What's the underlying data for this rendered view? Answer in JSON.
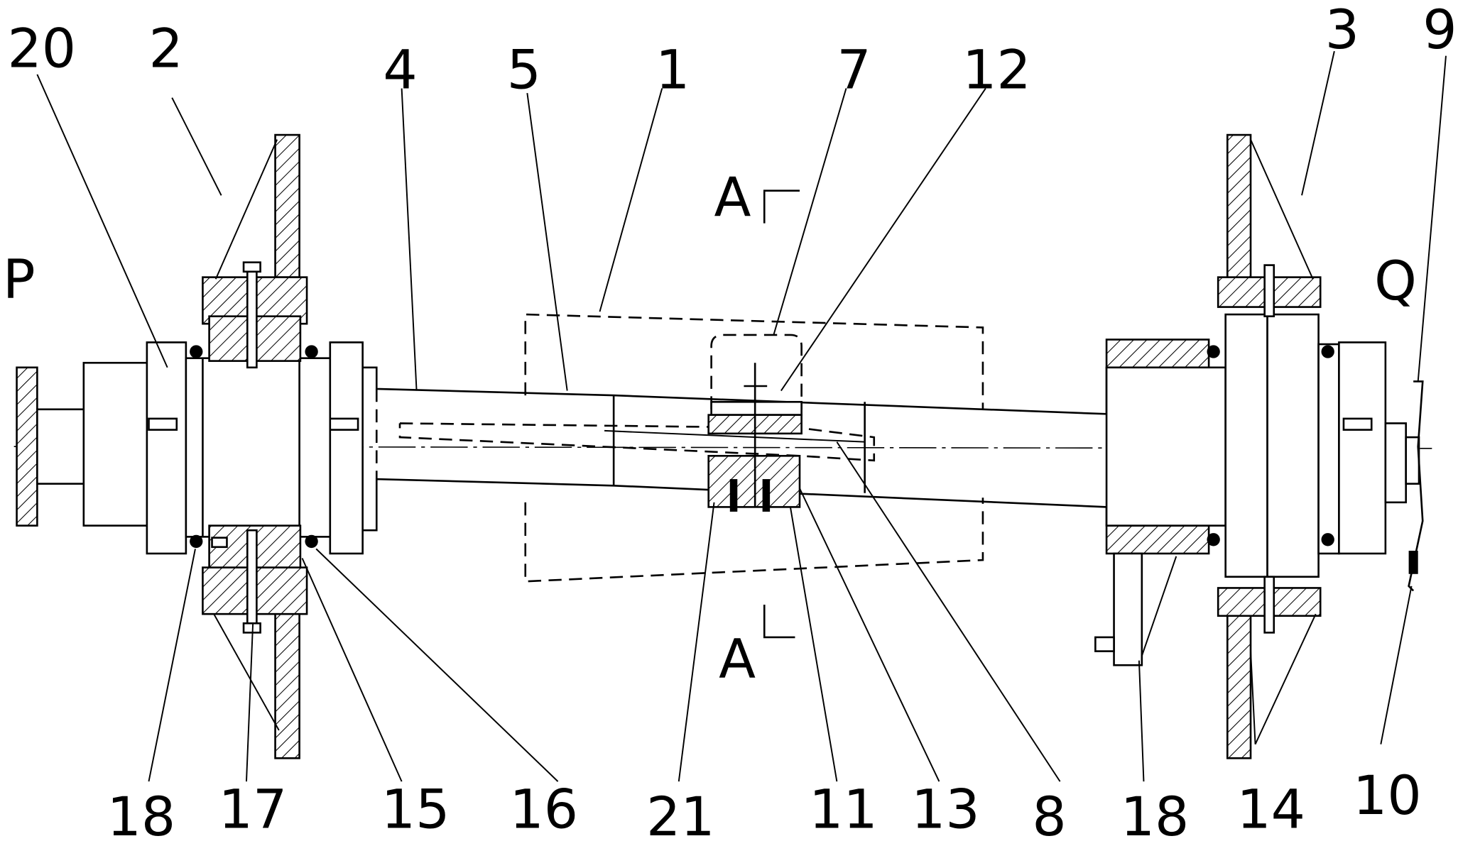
{
  "figure": {
    "top_labels": {
      "l20": "20",
      "l2": "2",
      "l4": "4",
      "l5": "5",
      "l1": "1",
      "l7": "7",
      "l12": "12",
      "l3": "3",
      "l9": "9"
    },
    "side_labels": {
      "p": "P",
      "q": "Q"
    },
    "section_marks": {
      "a_top": "A",
      "a_bottom": "A"
    },
    "bottom_labels": {
      "l18a": "18",
      "l17": "17",
      "l15": "15",
      "l16": "16",
      "l21": "21",
      "l11": "11",
      "l13": "13",
      "l8": "8",
      "l18b": "18",
      "l14": "14",
      "l10": "10"
    }
  }
}
